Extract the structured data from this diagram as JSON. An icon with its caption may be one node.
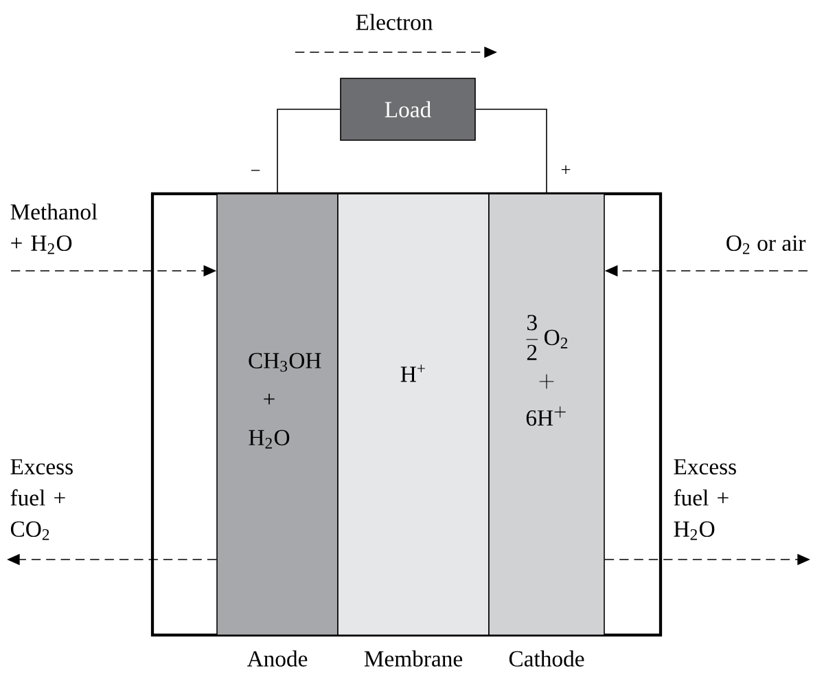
{
  "diagram": {
    "nodes": [
      {
        "text": [],
        "shape": "box"
      },
      {
        "text": [
          "CH$_{3}$OH + H$_{2}$O"
        ],
        "beside": [
          "Anode"
        ],
        "in": 0
      },
      {
        "text": [
          "H$^{+}$"
        ],
        "beside": [
          "Membrane"
        ],
        "in": 0
      },
      {
        "text": [
          "\\begin{array}{c}\\displaystyle\\frac{\\mathrm{3}}{\\mathrm{2}}\\,\\mathrm{O}_{\\mathrm{2}}\\\\ +\\\\ \\mathrm{6H}^{+}\\end{array}"
        ],
        "beside": [
          "Cathode"
        ],
        "in": 0
      },
      {
        "text": [
          "Load"
        ]
      }
    ],
    "edges": [
      {
        "from": 4,
        "to": 1,
        "arrow": "none"
      },
      {
        "from": 4,
        "to": 3,
        "arrow": "none"
      },
      {
        "from": null,
        "to": 1,
        "arrow": "to",
        "style": "dashed",
        "label": "Methanol + H$_{2}$O"
      },
      {
        "from": null,
        "to": 3,
        "arrow": "to",
        "style": "dashed",
        "label": "O$_{2}$ or air"
      },
      {
        "from": 1,
        "to": null,
        "arrow": "to",
        "style": "dashed",
        "label": "Excess fuel + CO$_{2}$"
      },
      {
        "from": 3,
        "to": null,
        "arrow": "to",
        "style": "dashed",
        "label": "Excess fuel + H$_{2}$O"
      }
    ],
    "labels": [
      "Electron",
      "−",
      "+"
    ]
  }
}
